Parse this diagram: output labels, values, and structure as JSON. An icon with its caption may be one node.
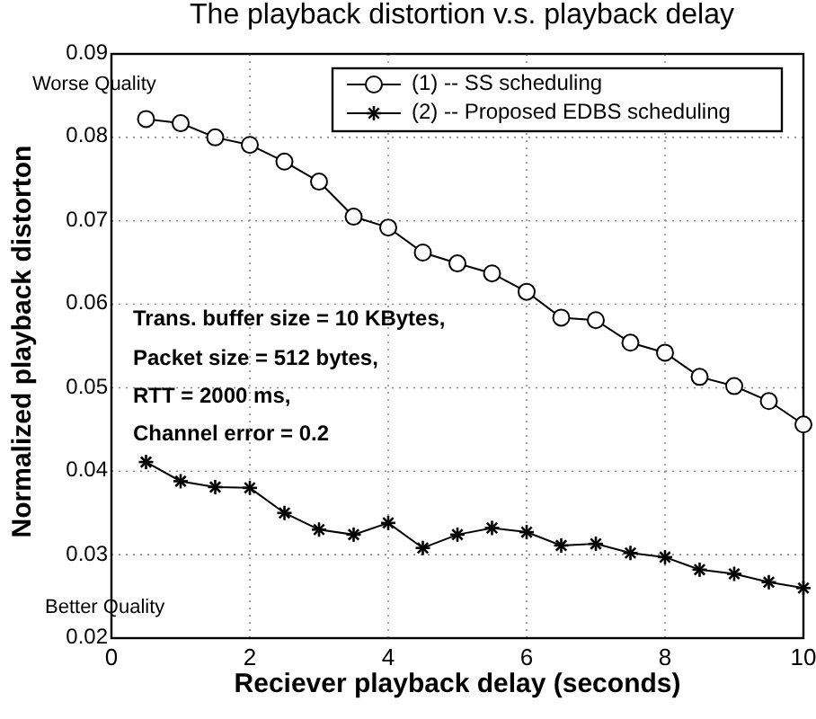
{
  "diagram": {
    "labels": [
      "Worse Quality",
      "Trans. buffer size = 10 KBytes,",
      "Packet size = 512 bytes,",
      "RTT = 2000 ms,",
      "Channel error = 0.2",
      "Better Quality"
    ],
    "chart_data": {
      "type": "line",
      "title": "The playback distortion v.s. playback delay",
      "xlabel": "Reciever playback delay (seconds)",
      "ylabel": "Normalized playback distorton",
      "x": [
        0.5,
        1,
        1.5,
        2,
        2.5,
        3,
        3.5,
        4,
        4.5,
        5,
        5.5,
        6,
        6.5,
        7,
        7.5,
        8,
        8.5,
        9,
        9.5,
        10
      ],
      "series": [
        {
          "name": "(1) -- SS scheduling",
          "color": "#000000",
          "marker": "circle",
          "values": [
            0.0822,
            0.0817,
            0.08,
            0.0791,
            0.0771,
            0.0747,
            0.0705,
            0.0692,
            0.0662,
            0.0649,
            0.0637,
            0.0615,
            0.0584,
            0.0581,
            0.0554,
            0.0542,
            0.0513,
            0.0502,
            0.0484,
            0.0456
          ]
        },
        {
          "name": "(2) -- Proposed EDBS scheduling",
          "color": "#000000",
          "marker": "cross",
          "values": [
            0.0411,
            0.0388,
            0.0381,
            0.038,
            0.035,
            0.033,
            0.0324,
            0.0338,
            0.0308,
            0.0324,
            0.0332,
            0.0327,
            0.0311,
            0.0313,
            0.0302,
            0.0297,
            0.0282,
            0.0277,
            0.0267,
            0.026
          ]
        }
      ],
      "grid": true,
      "legend": true,
      "xlim": [
        0,
        10
      ],
      "ylim": [
        0.02,
        0.09
      ],
      "xticks": [
        0,
        2,
        4,
        6,
        8,
        10
      ],
      "yticks": [
        0.02,
        0.03,
        0.04,
        0.05,
        0.06,
        0.07,
        0.08,
        0.09
      ]
    }
  }
}
